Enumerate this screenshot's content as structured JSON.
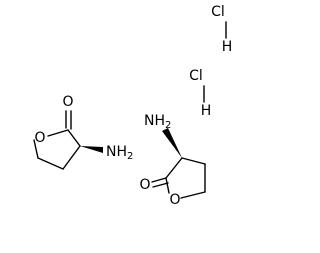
{
  "diagram": {
    "molecule_1": {
      "carbonyl_oxygen": "O",
      "ring_oxygen": "O",
      "amine": "NH",
      "amine_subscript": "2"
    },
    "molecule_2": {
      "carbonyl_oxygen": "O",
      "ring_oxygen": "O",
      "amine": "NH",
      "amine_subscript": "2"
    },
    "hcl_1": {
      "chlorine": "Cl",
      "hydrogen": "H"
    },
    "hcl_2": {
      "chlorine": "Cl",
      "hydrogen": "H"
    }
  }
}
